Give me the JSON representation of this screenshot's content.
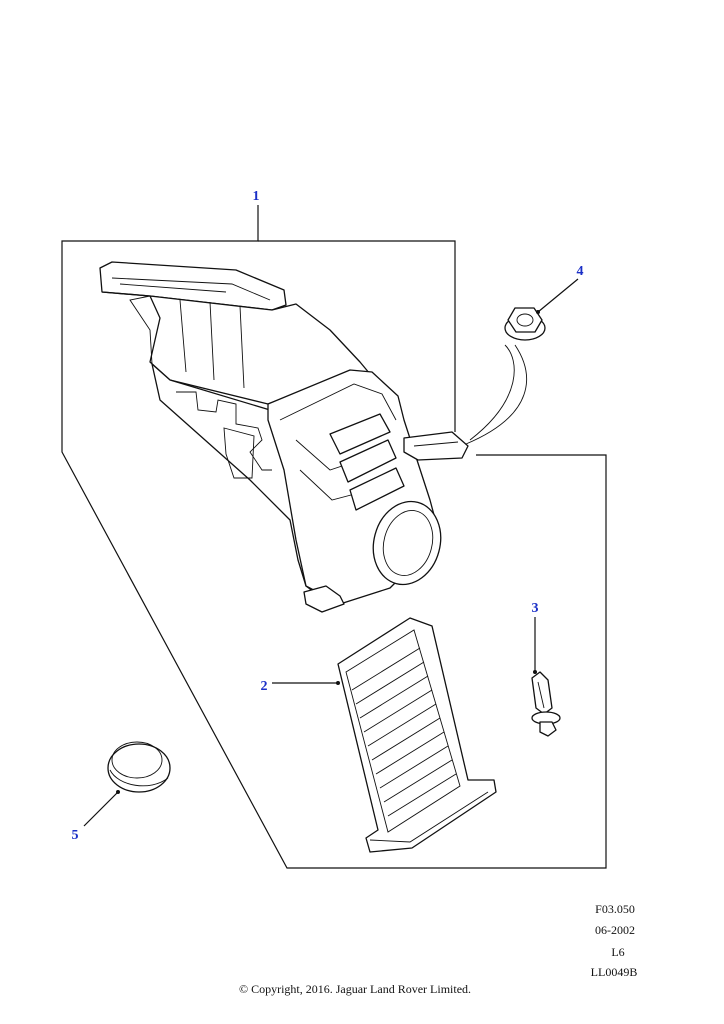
{
  "callouts": {
    "c1": "1",
    "c2": "2",
    "c3": "3",
    "c4": "4",
    "c5": "5"
  },
  "meta": {
    "figure_code": "F03.050",
    "date": "06-2002",
    "engine": "L6",
    "drawing_id": "LL0049B"
  },
  "copyright": "© Copyright, 2016. Jaguar Land Rover Limited."
}
